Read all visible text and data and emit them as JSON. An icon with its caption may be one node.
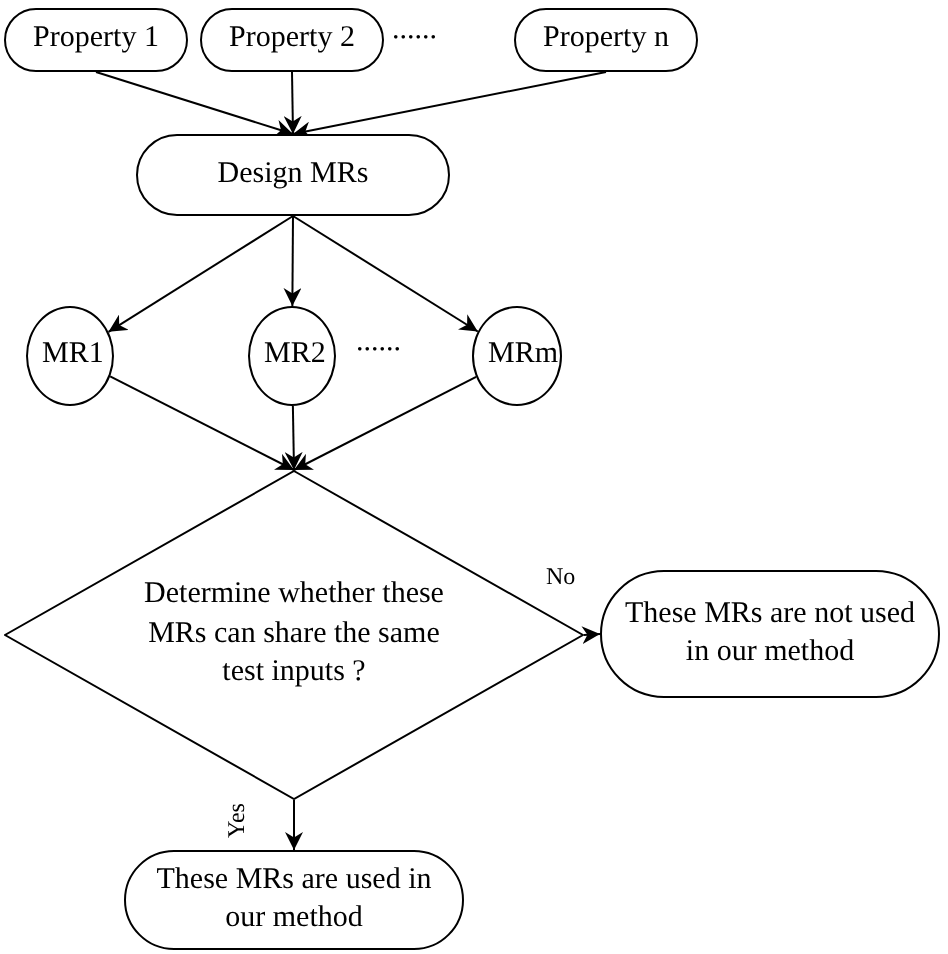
{
  "diagram": {
    "nodes": [
      {
        "text": [
          "Property 1"
        ]
      },
      {
        "text": [
          "Property 2"
        ]
      },
      {
        "text": [
          "Property n"
        ]
      },
      {
        "text": [
          "Design MRs"
        ]
      },
      {
        "text": [
          "MR1"
        ]
      },
      {
        "text": [
          "MR2"
        ]
      },
      {
        "text": [
          "MRm"
        ]
      },
      {
        "text": [
          "Determine whether these MRs can share the same test inputs ?"
        ]
      },
      {
        "text": [
          "These MRs are not used in our method"
        ]
      },
      {
        "text": [
          "These MRs are used in our method"
        ]
      }
    ],
    "edges": [
      {
        "from": 0,
        "to": 3,
        "arrow": "to"
      },
      {
        "from": 1,
        "to": 3,
        "arrow": "to"
      },
      {
        "from": 2,
        "to": 3,
        "arrow": "to"
      },
      {
        "from": 3,
        "to": 4,
        "arrow": "to"
      },
      {
        "from": 3,
        "to": 5,
        "arrow": "to"
      },
      {
        "from": 3,
        "to": 6,
        "arrow": "to"
      },
      {
        "from": 4,
        "to": 7,
        "arrow": "to"
      },
      {
        "from": 5,
        "to": 7,
        "arrow": "to"
      },
      {
        "from": 6,
        "to": 7,
        "arrow": "to"
      },
      {
        "from": 7,
        "to": 8,
        "label": "No",
        "arrow": "to"
      },
      {
        "from": 7,
        "to": 9,
        "label": "Yes",
        "arrow": "to"
      }
    ],
    "labels": [
      "......",
      "......"
    ]
  }
}
